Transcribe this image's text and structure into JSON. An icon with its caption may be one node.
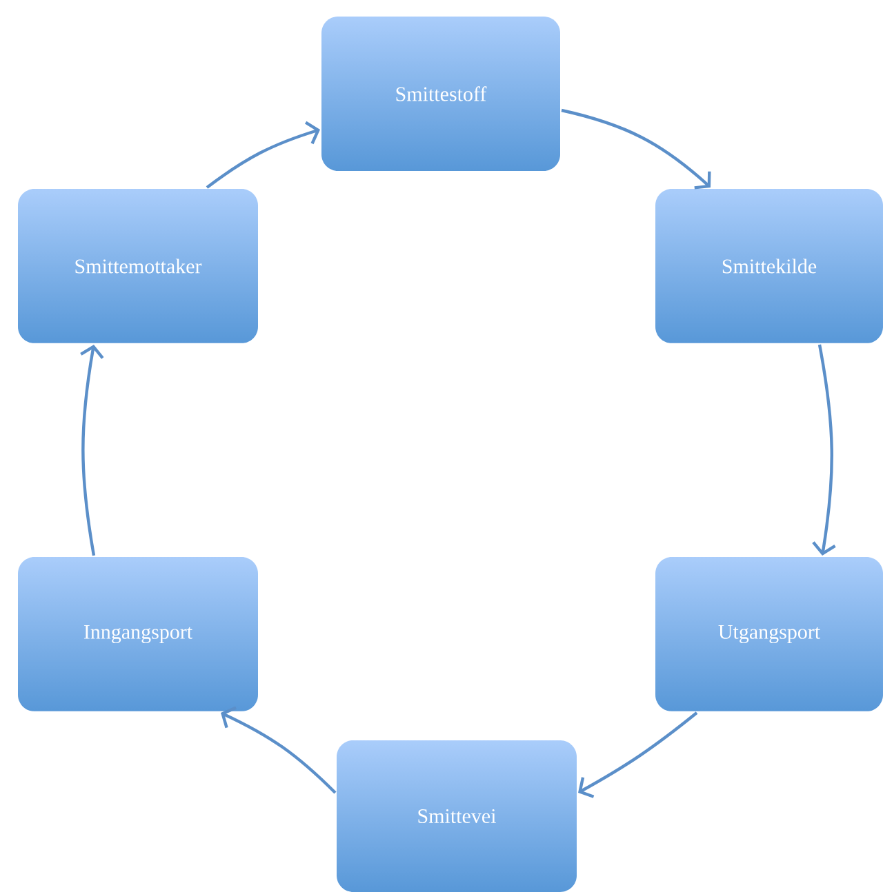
{
  "diagram": {
    "nodes": [
      {
        "text": [
          "Smittestoff"
        ]
      },
      {
        "text": [
          "Smittekilde"
        ]
      },
      {
        "text": [
          "Utgangsport"
        ]
      },
      {
        "text": [
          "Smittevei"
        ]
      },
      {
        "text": [
          "Inngangsport"
        ]
      },
      {
        "text": [
          "Smittemottaker"
        ]
      }
    ],
    "edges": [
      {
        "from": 0,
        "to": 1,
        "arrow": "to"
      },
      {
        "from": 1,
        "to": 2,
        "arrow": "to"
      },
      {
        "from": 2,
        "to": 3,
        "arrow": "to"
      },
      {
        "from": 3,
        "to": 4,
        "arrow": "to"
      },
      {
        "from": 4,
        "to": 5,
        "arrow": "to"
      },
      {
        "from": 5,
        "to": 0,
        "arrow": "to"
      }
    ]
  }
}
